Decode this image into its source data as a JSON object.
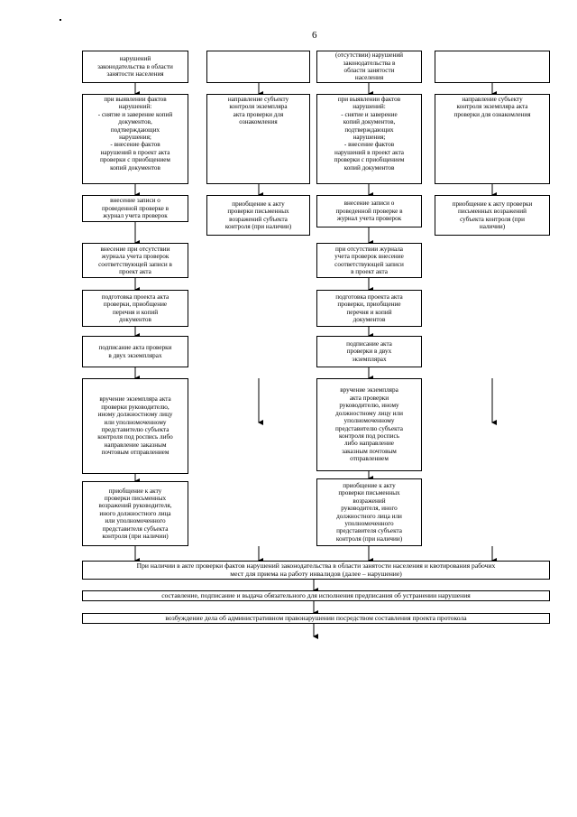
{
  "page_number": "6",
  "col1": [
    "нарушений\nзаконодательства в области\nзанятости населения",
    "при выявлении фактов\nнарушений:\n- снятие и заверение копий\nдокументов,\nподтверждающих\nнарушения;\n- внесение фактов\nнарушений в проект акта\nпроверки с приобщением\nкопий документов",
    "внесение записи о\nпроведенной проверке в\nжурнал учета проверок",
    "внесение при отсутствии\nжурнала учета проверок\nсоответствующей записи в\nпроект акта",
    "подготовка проекта акта\nпроверки, приобщение\nперечня и копий\nдокументов",
    "подписание акта проверки\nв двух экземплярах",
    "вручение экземпляра акта\nпроверки руководителю,\nиному должностному лицу\nили уполномоченному\nпредставителю субъекта\nконтроля под роспись либо\nнаправление заказным\nпочтовым отправлением",
    "приобщение к акту\nпроверки письменных\nвозражений руководителя,\nиного должностного лица\nили уполномоченного\nпредставителя субъекта\nконтроля (при наличии)"
  ],
  "col2": [
    "",
    "направление субъекту\nконтроля экземпляра\nакта проверки для\nознакомления",
    "приобщение к акту\nпроверки письменных\nвозражений субъекта\nконтроля (при наличии)"
  ],
  "col3": [
    "(отсутствии) нарушений\nзаконодательства в\nобласти занятости\nнаселения",
    "при выявлении фактов\nнарушений:\n- снятие и заверение\nкопий документов,\nподтверждающих\nнарушения;\n- внесение фактов\nнарушений в проект акта\nпроверки с приобщением\nкопий документов",
    "внесение записи о\nпроведенной проверке в\nжурнал учета проверок",
    "при отсутствии журнала\nучета проверок внесение\nсоответствующей записи\nв проект акта",
    "подготовка проекта акта\nпроверки, приобщение\nперечня и копий\nдокументов",
    "подписание акта\nпроверки в двух\nэкземплярах",
    "вручение экземпляра\nакта проверки\nруководителю, иному\nдолжностному лицу или\nуполномоченному\nпредставителю субъекта\nконтроля под роспись\nлибо направление\nзаказным почтовым\nотправлением",
    "приобщение к акту\nпроверки письменных\nвозражений\nруководителя, иного\nдолжностного лица или\nуполномоченного\nпредставителя субъекта\nконтроля (при наличии)"
  ],
  "col4": [
    "",
    "направление субъекту\nконтроля экземпляра акта\nпроверки для ознакомления",
    "приобщение к акту проверки\nписьменных возражений\nсубъекта контроля (при\nналичии)"
  ],
  "bottom": [
    "При наличии в акте проверки фактов нарушений законодательства в области занятости населения и квотирования рабочих\nмест для приема на работу инвалидов (далее – нарушение)",
    "составление, подписание и выдача обязательного для исполнения предписания об устранении нарушения",
    "возбуждение дела об административном правонарушении посредством составления проекта протокола"
  ]
}
